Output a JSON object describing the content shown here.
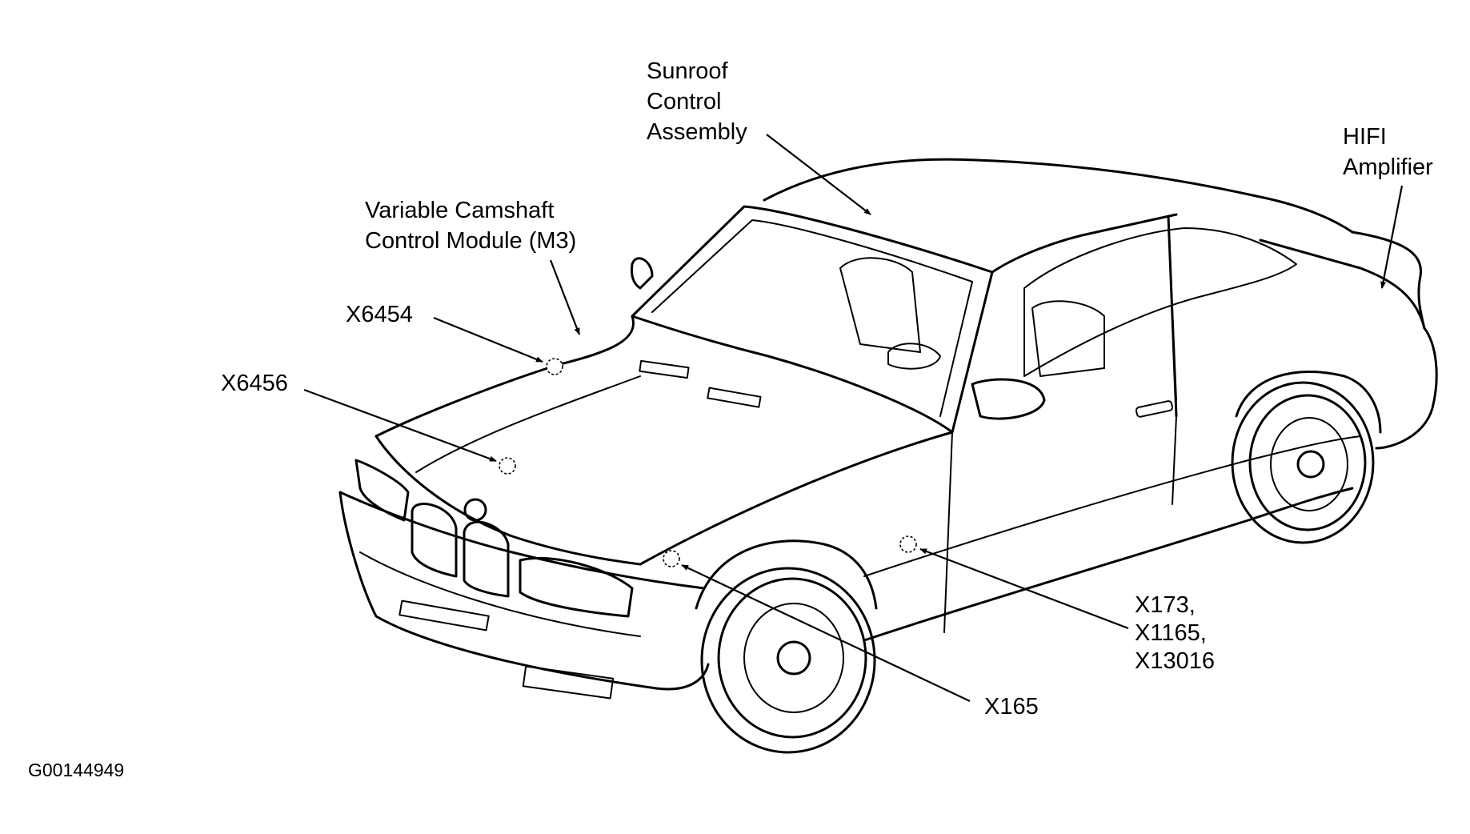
{
  "callouts": {
    "sunroof": [
      "Sunroof",
      "Control",
      "Assembly"
    ],
    "hifi": [
      "HIFI",
      "Amplifier"
    ],
    "camshaft": [
      "Variable Camshaft",
      "Control Module (M3)"
    ],
    "x6454": "X6454",
    "x6456": "X6456",
    "x173": [
      "X173,",
      "X1165,",
      "X13016"
    ],
    "x165": "X165"
  },
  "figure_id": "G00144949"
}
